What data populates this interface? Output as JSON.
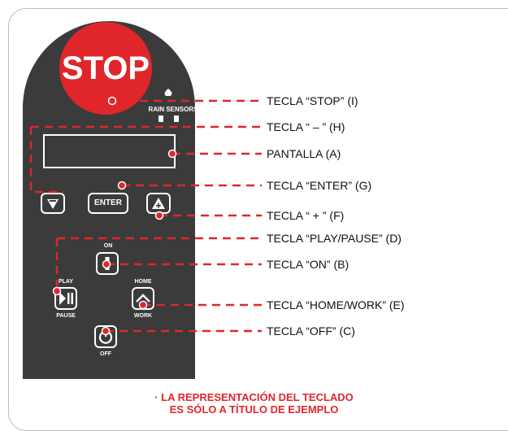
{
  "keypad": {
    "stop_label": "STOP",
    "rain_sensors": "RAIN SENSORS",
    "enter_key": "ENTER",
    "on_caption": "ON",
    "play_caption": "PLAY",
    "pause_caption": "PAUSE",
    "home_caption": "HOME",
    "work_caption": "WORK",
    "off_caption": "OFF"
  },
  "callouts": [
    "TECLA “STOP” (I)",
    "TECLA “ – ” (H)",
    "PANTALLA (A)",
    "TECLA “ENTER” (G)",
    "TECLA “ + ” (F)",
    "TECLA “PLAY/PAUSE” (D)",
    "TECLA “ON” (B)",
    "TECLA “HOME/WORK” (E)",
    "TECLA “OFF” (C)"
  ],
  "footer": {
    "line1": "· LA REPRESENTACIÓN DEL TECLADO",
    "line2": "ES SÓLO A TÍTULO DE EJEMPLO"
  },
  "colors": {
    "accent": "#e0262b",
    "panel": "#3b3b3b"
  }
}
